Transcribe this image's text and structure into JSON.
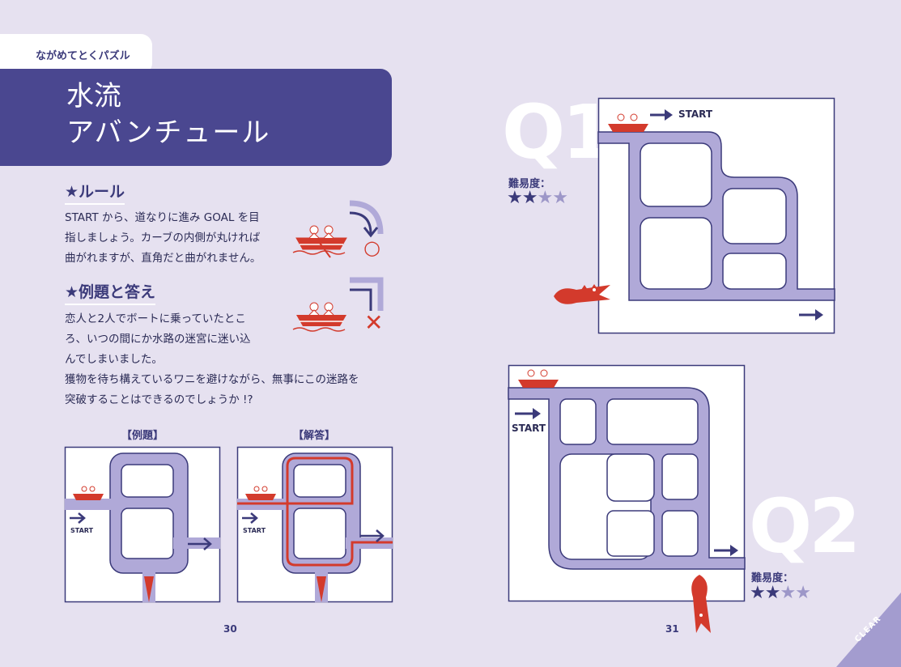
{
  "header": {
    "series_tag": "ながめてとくパズル",
    "title_line1": "水流",
    "title_line2": "アバンチュール"
  },
  "rules": {
    "heading": "★ルール",
    "lines": [
      "START から、道なりに進み GOAL を目",
      "指しましょう。カーブの内側が丸ければ",
      "曲がれますが、直角だと曲がれません。"
    ],
    "ok_mark": "○",
    "ng_mark": "✕"
  },
  "example": {
    "heading": "★例題と答え",
    "lines": [
      "恋人と2人でボートに乗っていたとこ",
      "ろ、いつの間にか水路の迷宮に迷い込",
      "んでしまいました。",
      "獲物を待ち構えているワニを避けながら、無事にこの迷路を",
      "突破することはできるのでしょうか !?"
    ],
    "example_caption": "【例題】",
    "answer_caption": "【解答】",
    "start_label": "START"
  },
  "pages": {
    "left": "30",
    "right": "31"
  },
  "q1": {
    "label": "Q1",
    "difficulty_label": "難易度：",
    "stars_filled": 2,
    "stars_total": 4,
    "start_label": "START"
  },
  "q2": {
    "label": "Q2",
    "difficulty_label": "難易度：",
    "stars_filled": 2,
    "stars_total": 4,
    "start_label": "START"
  },
  "corner": {
    "label": "CLEAR"
  },
  "colors": {
    "background": "#e6e1f0",
    "navy": "#3b3a7a",
    "band": "#4a4790",
    "water": "#b0a9d8",
    "red": "#d33a2c"
  },
  "icons": [
    "boat-icon",
    "crocodile-icon",
    "arrow-right-icon",
    "curve-ok-icon",
    "corner-ng-icon"
  ]
}
